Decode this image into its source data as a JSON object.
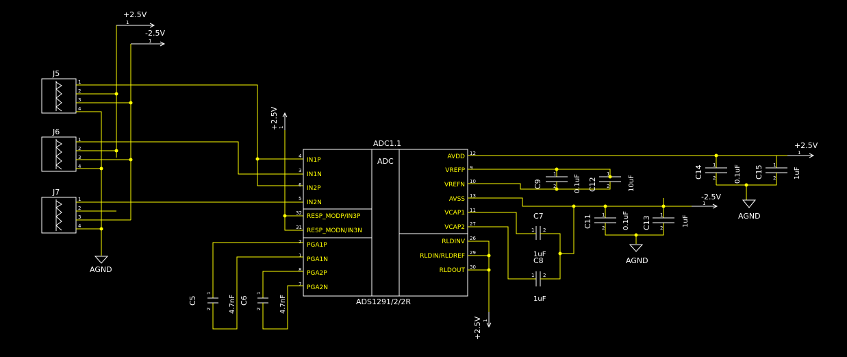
{
  "colors": {
    "background": "#000000",
    "wire": "#ffff00",
    "outline": "#ffffff",
    "text": "#ffffff",
    "pin_text": "#ffff00"
  },
  "power": {
    "p25": "+2.5V",
    "n25": "-2.5V",
    "agnd": "AGND"
  },
  "connectors": {
    "j5": "J5",
    "j6": "J6",
    "j7": "J7",
    "pins": [
      "1",
      "2",
      "3",
      "4"
    ]
  },
  "adc": {
    "ref": "ADC1.1",
    "center": "ADC",
    "part": "ADS1291/2/2R",
    "left_pins": [
      {
        "name": "IN1P",
        "num": "4"
      },
      {
        "name": "IN1N",
        "num": "3"
      },
      {
        "name": "IN2P",
        "num": "6"
      },
      {
        "name": "IN2N",
        "num": "5"
      },
      {
        "name": "RESP_MODP/IN3P",
        "num": "32"
      },
      {
        "name": "RESP_MODN/IN3N",
        "num": "31"
      },
      {
        "name": "PGA1P",
        "num": "2"
      },
      {
        "name": "PGA1N",
        "num": "1"
      },
      {
        "name": "PGA2P",
        "num": "8"
      },
      {
        "name": "PGA2N",
        "num": "7"
      }
    ],
    "right_pins": [
      {
        "name": "AVDD",
        "num": "12"
      },
      {
        "name": "VREFP",
        "num": "9"
      },
      {
        "name": "VREFN",
        "num": "10"
      },
      {
        "name": "AVSS",
        "num": "13"
      },
      {
        "name": "VCAP1",
        "num": "11"
      },
      {
        "name": "VCAP2",
        "num": "27"
      },
      {
        "name": "RLDINV",
        "num": "26"
      },
      {
        "name": "RLDIN/RLDREF",
        "num": "29"
      },
      {
        "name": "RLDOUT",
        "num": "30"
      }
    ]
  },
  "caps": {
    "c5": {
      "ref": "C5",
      "value": "4.7nF"
    },
    "c6": {
      "ref": "C6",
      "value": "4.7nF"
    },
    "c7": {
      "ref": "C7",
      "value": "1uF"
    },
    "c8": {
      "ref": "C8",
      "value": "1uF"
    },
    "c9": {
      "ref": "C9",
      "value": "0.1uF"
    },
    "c11": {
      "ref": "C11",
      "value": "0.1uF"
    },
    "c12": {
      "ref": "C12",
      "value": "10uF"
    },
    "c13": {
      "ref": "C13",
      "value": "1uF"
    },
    "c14": {
      "ref": "C14",
      "value": "0.1uF"
    },
    "c15": {
      "ref": "C15",
      "value": "1uF"
    }
  },
  "pin_one": "1",
  "pin_two": "2"
}
